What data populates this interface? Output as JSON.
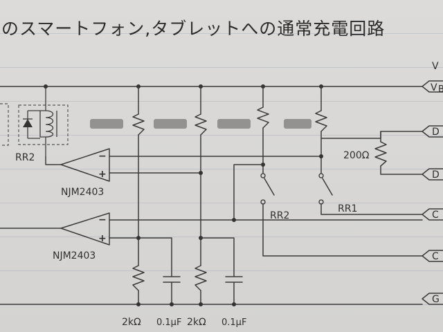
{
  "title": "のスマートフォン,タブレットへの通常充電回路",
  "relays": {
    "rr2_label_left": "RR2",
    "rr2_label_switch": "RR2",
    "rr1_label_switch": "RR1"
  },
  "opamps": {
    "upper_label": "NJM2403",
    "lower_label": "NJM2403",
    "minus_sign": "−",
    "plus_sign": "+"
  },
  "components": {
    "r_200": "200Ω",
    "r_bottom_1": "2kΩ",
    "c_bottom_1": "0.1μF",
    "r_bottom_2": "2kΩ",
    "c_bottom_2": "0.1μF"
  },
  "connectors": {
    "vbus": "V",
    "vbus_sub": "B",
    "dplus": "D",
    "dminus": "D",
    "c1": "C",
    "c2": "C",
    "gnd": "G"
  }
}
